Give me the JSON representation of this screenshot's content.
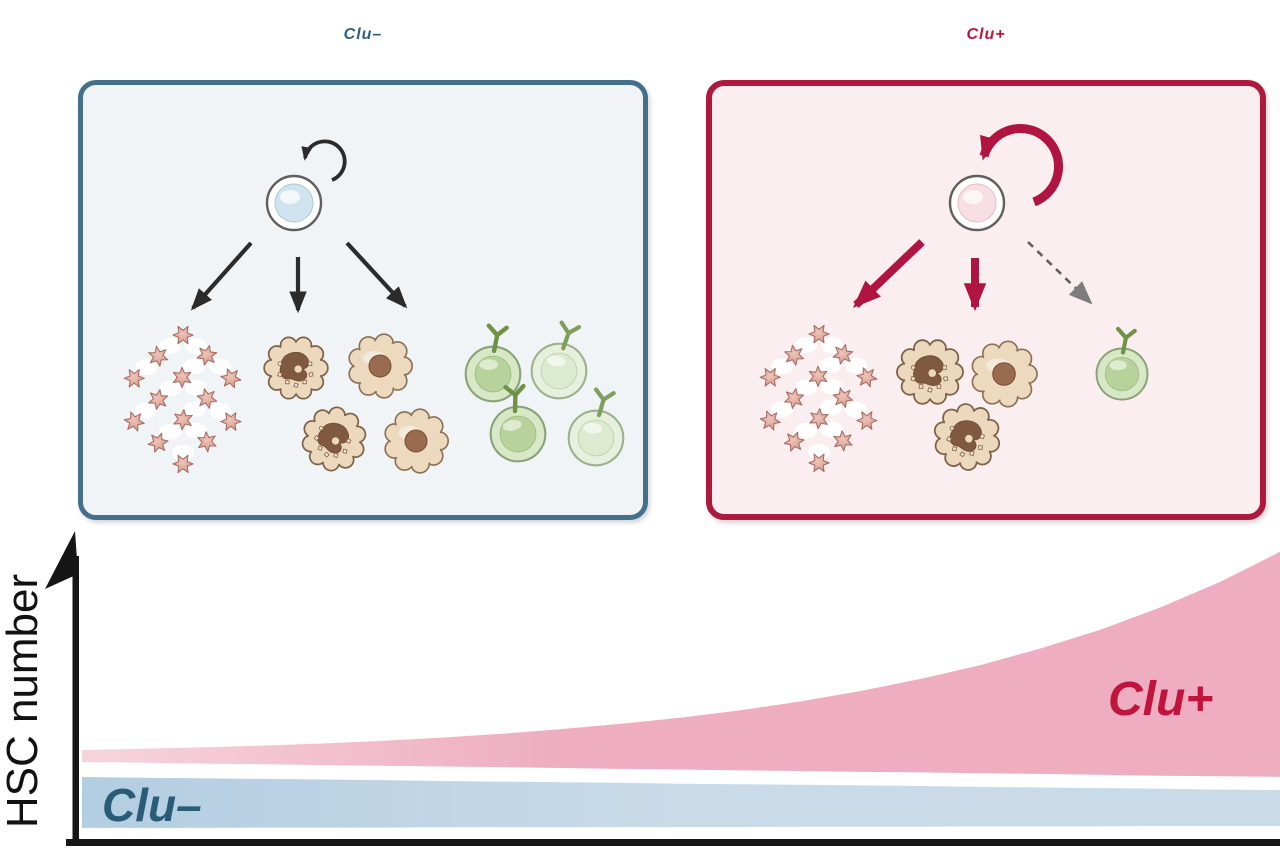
{
  "panels": {
    "clu_minus": {
      "title": "Clu–",
      "lineages": [
        "platelets",
        "myeloid cells",
        "lymphoid cells"
      ],
      "self_renewal": "low",
      "lymphoid_output": "normal"
    },
    "clu_plus": {
      "title": "Clu+",
      "lineages": [
        "platelets",
        "myeloid cells",
        "lymphoid cells"
      ],
      "self_renewal": "high",
      "lymphoid_output": "reduced (dashed arrow)"
    }
  },
  "chart": {
    "y_axis_label": "HSC number"
  },
  "chart_data": {
    "type": "area",
    "ylabel": "HSC number",
    "xlabel": "",
    "grid": false,
    "legend_position": "on-chart",
    "x": [
      0,
      0.05,
      0.1,
      0.15,
      0.2,
      0.25,
      0.3,
      0.35,
      0.4,
      0.45,
      0.5,
      0.55,
      0.6,
      0.65,
      0.7,
      0.75,
      0.8,
      0.85,
      0.9,
      0.95,
      1
    ],
    "series": [
      {
        "name": "Clu+",
        "trend": "exponential increase",
        "fill_start": "#f6d4dd",
        "fill_end": "#eeadc1",
        "upper": [
          0.305,
          0.309,
          0.314,
          0.32,
          0.327,
          0.336,
          0.347,
          0.36,
          0.376,
          0.394,
          0.415,
          0.44,
          0.47,
          0.505,
          0.546,
          0.593,
          0.649,
          0.713,
          0.788,
          0.875,
          0.977
        ],
        "lower": [
          0.264,
          0.262,
          0.259,
          0.257,
          0.254,
          0.252,
          0.249,
          0.247,
          0.244,
          0.241,
          0.239,
          0.236,
          0.234,
          0.231,
          0.229,
          0.226,
          0.224,
          0.221,
          0.218,
          0.216,
          0.214
        ]
      },
      {
        "name": "Clu–",
        "trend": "flat, slight decline",
        "fill_start": "#b3cde1",
        "fill_end": "#c9dbe9",
        "upper": [
          0.214,
          0.211,
          0.209,
          0.207,
          0.205,
          0.203,
          0.2,
          0.198,
          0.196,
          0.194,
          0.191,
          0.189,
          0.187,
          0.185,
          0.183,
          0.18,
          0.178,
          0.176,
          0.174,
          0.171,
          0.169
        ],
        "lower": [
          0.041,
          0.041,
          0.041,
          0.042,
          0.042,
          0.042,
          0.043,
          0.043,
          0.043,
          0.044,
          0.044,
          0.044,
          0.045,
          0.045,
          0.045,
          0.046,
          0.046,
          0.046,
          0.047,
          0.047,
          0.047
        ]
      }
    ]
  },
  "palette": {
    "clu_minus_accent": "#2d5e84",
    "clu_minus_border": "#44708c",
    "clu_minus_bg": "#f1f4f7",
    "clu_plus_accent": "#c0143c",
    "clu_plus_border": "#ad1a3e",
    "clu_plus_bg": "#fbeef1",
    "arrow_dark": "#2b2b2b",
    "arrow_crimson": "#b01440",
    "arrow_gray": "#7d7d7d",
    "axis": "#161616",
    "chart_label_minus": "#2a5b77",
    "chart_label_plus": "#c0143c"
  }
}
